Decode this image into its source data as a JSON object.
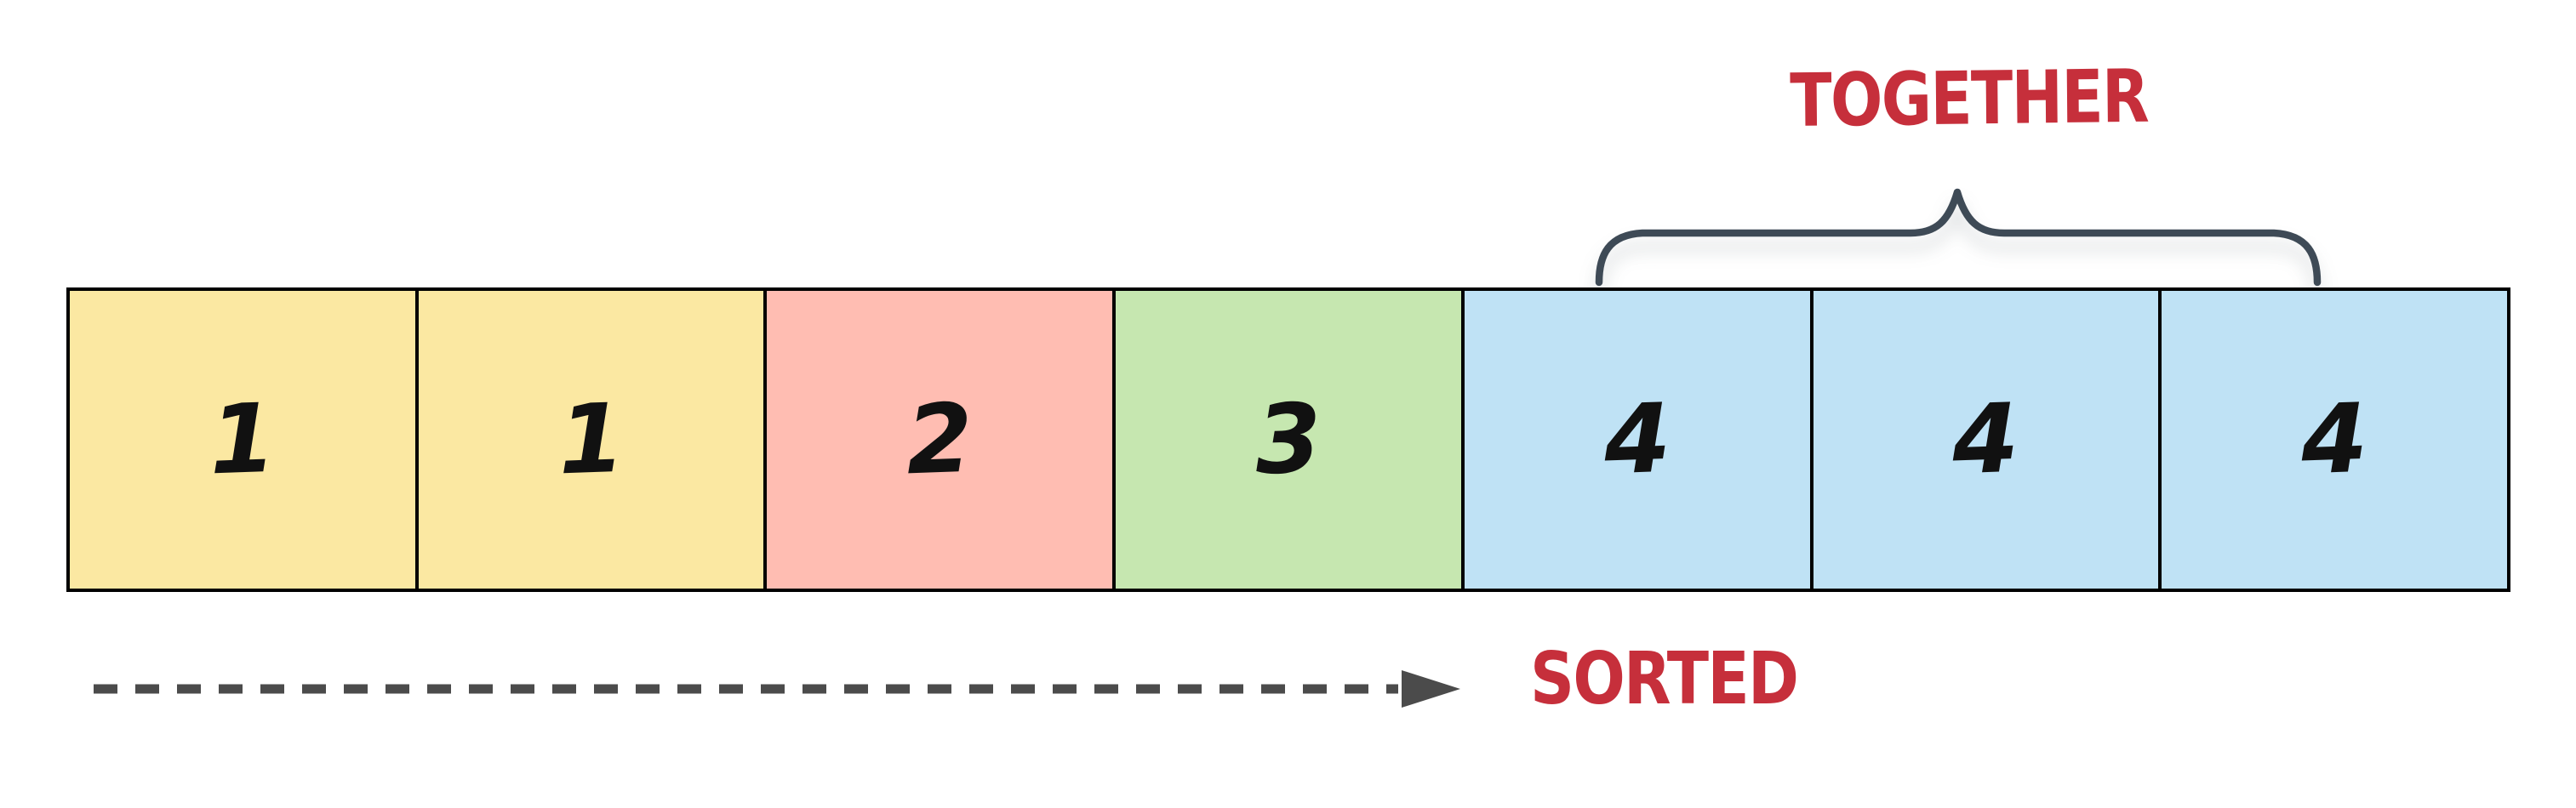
{
  "labels": {
    "together": "TOGETHER",
    "sorted": "SORTED"
  },
  "array": {
    "description": "sorted array of values",
    "cells": [
      {
        "value": "1",
        "color": "#FBE8A2"
      },
      {
        "value": "1",
        "color": "#FBE8A2"
      },
      {
        "value": "2",
        "color": "#FFBDB2"
      },
      {
        "value": "3",
        "color": "#C6E7B0"
      },
      {
        "value": "4",
        "color": "#BFE2F5"
      },
      {
        "value": "4",
        "color": "#BFE2F5"
      },
      {
        "value": "4",
        "color": "#BFE2F5"
      }
    ],
    "border_color": "#000000",
    "value_color": "#111111"
  },
  "annotations": {
    "label_color": "#C62F3B",
    "brace_color": "#3E4A56",
    "arrow_color": "#4B4B4B"
  }
}
